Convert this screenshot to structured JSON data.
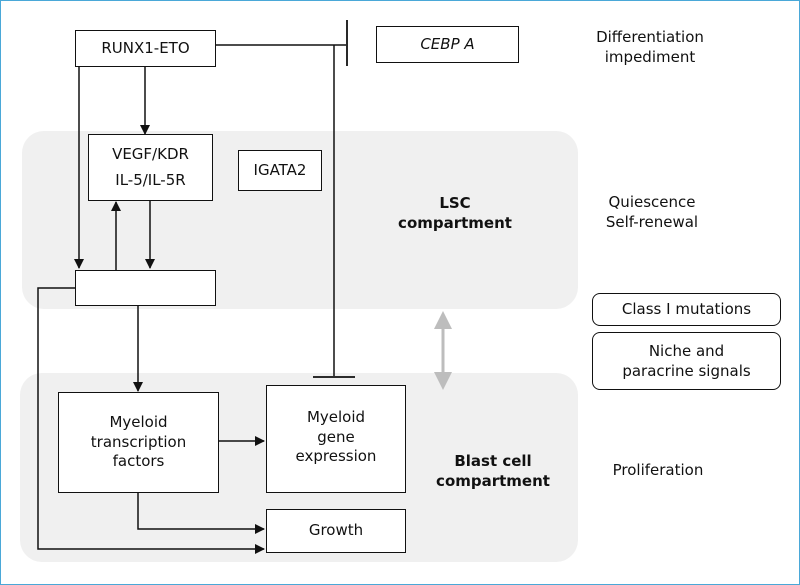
{
  "nodes": {
    "runx1_eto": "RUNX1-ETO",
    "cebp_a": "CEBP A",
    "vegf_kdr": "VEGF/KDR",
    "il5_il5r": "IL-5/IL-5R",
    "igata2": "IGATA2",
    "hub": "",
    "myeloid_tf": [
      "Myeloid",
      "transcription",
      "factors"
    ],
    "myeloid_gene": [
      "Myeloid",
      "gene",
      "expression"
    ],
    "growth": "Growth",
    "class_i": "Class I mutations",
    "niche": [
      "Niche and",
      "paracrine signals"
    ]
  },
  "compartments": {
    "lsc": [
      "LSC",
      "compartment"
    ],
    "blast": [
      "Blast cell",
      "compartment"
    ]
  },
  "side_labels": {
    "differentiation": [
      "Differentiation",
      "impediment"
    ],
    "quiescence": [
      "Quiescence",
      "Self-renewal"
    ],
    "proliferation": "Proliferation"
  },
  "colors": {
    "frame": "#4aa8d8",
    "region": "#f0f0f0",
    "double_arrow": "#bdbdbd",
    "line": "#111111"
  }
}
